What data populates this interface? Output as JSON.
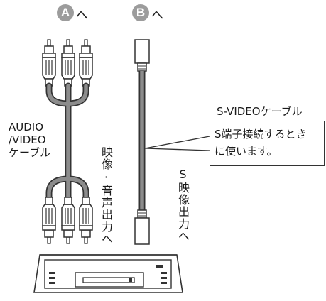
{
  "badges": {
    "a": "A",
    "b": "B",
    "arrow": "へ"
  },
  "labels": {
    "av_cable": [
      "AUDIO",
      "/VIDEO",
      "ケーブル"
    ],
    "av_output": "映像·音声出力へ",
    "s_output": "S映像出力へ",
    "s_cable": "S-VIDEOケーブル",
    "callout": [
      "S端子接続するとき",
      "に使います。"
    ]
  },
  "colors": {
    "cable": "#8c8c8c",
    "outline": "#333333",
    "badge": "#9c9c9c"
  }
}
